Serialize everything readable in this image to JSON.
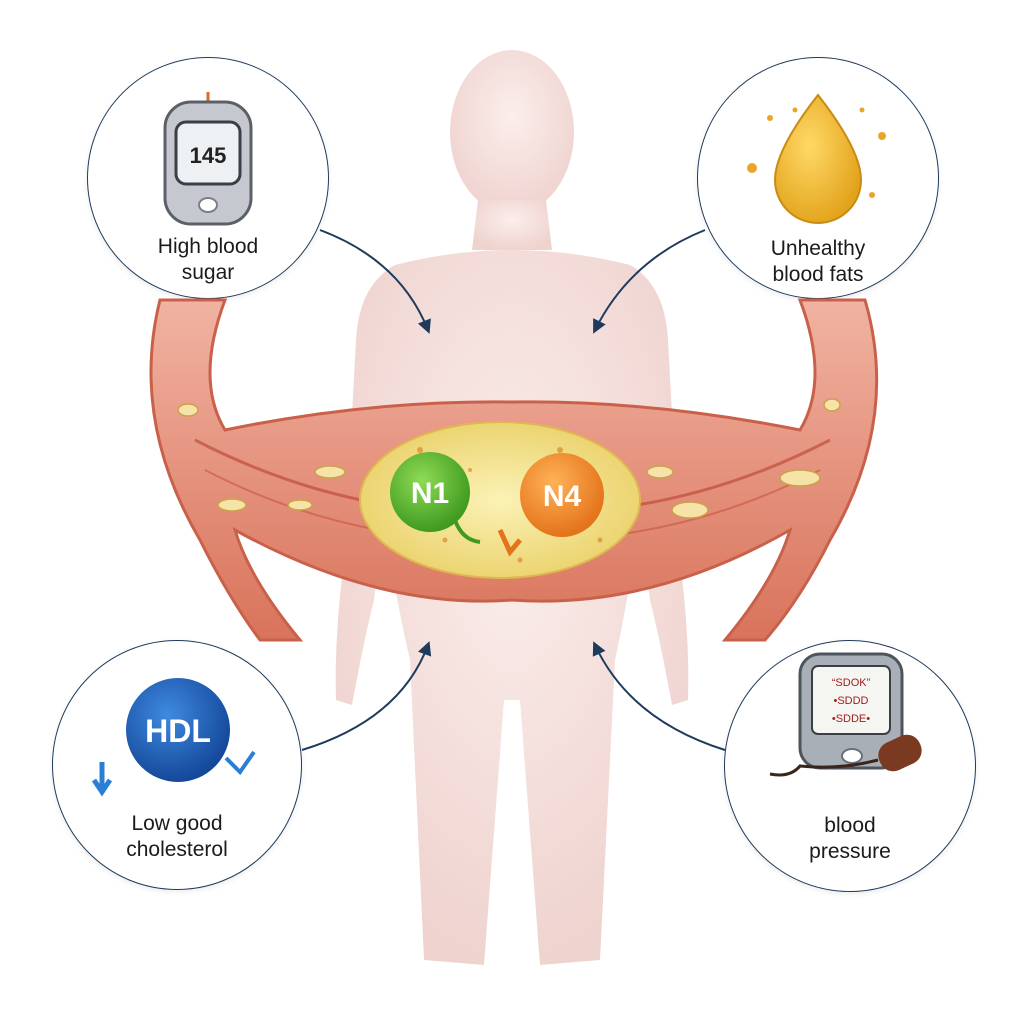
{
  "callouts": {
    "high_blood_sugar": {
      "label_line1": "High blood",
      "label_line2": "sugar",
      "meter_reading": "145"
    },
    "unhealthy_blood_fats": {
      "label_line1": "Unhealthy",
      "label_line2": "blood fats"
    },
    "low_good_cholesterol": {
      "label_line1": "Low good",
      "label_line2": "cholesterol",
      "badge": "HDL"
    },
    "blood_pressure": {
      "label_line1": "blood",
      "label_line2": "pressure",
      "screen_lines": [
        "“SDOK”",
        "•SDDD",
        "•SDDE•"
      ]
    }
  },
  "vessel": {
    "nodes": [
      {
        "label": "N1",
        "color": "#5cb531"
      },
      {
        "label": "N4",
        "color": "#f08a24"
      }
    ]
  },
  "colors": {
    "callout_border": "#1f3b5c",
    "arrow": "#1f3b5c",
    "body": "#f6e3e1",
    "vessel_wall": "#e99a86",
    "plaque": "#f2df8c",
    "hdl_blue": "#1f63b8"
  }
}
